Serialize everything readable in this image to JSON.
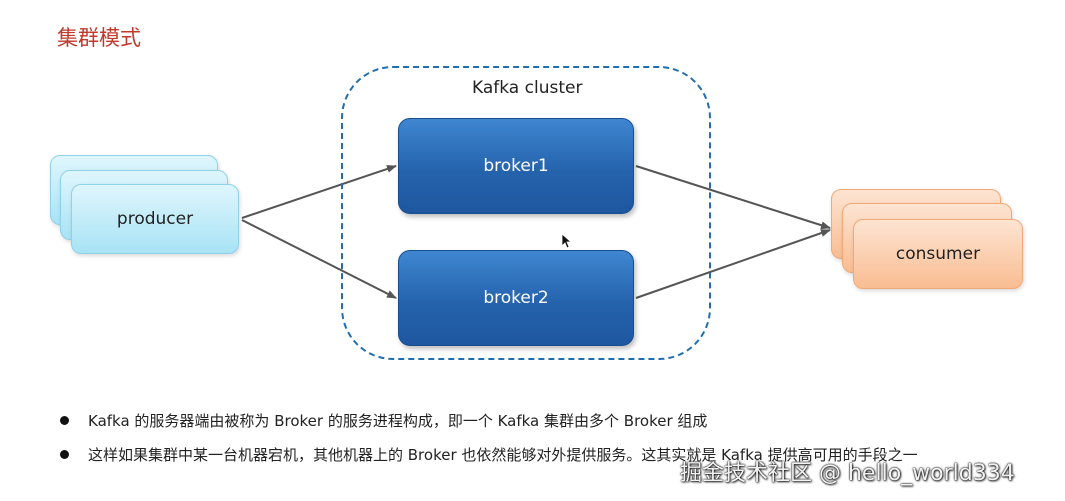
{
  "slide": {
    "title": "集群模式"
  },
  "cluster": {
    "label": "Kafka cluster",
    "brokers": [
      "broker1",
      "broker2"
    ]
  },
  "producer": {
    "label": "producer"
  },
  "consumer": {
    "label": "consumer"
  },
  "bullets": [
    "Kafka 的服务器端由被称为 Broker 的服务进程构成，即一个 Kafka 集群由多个 Broker 组成",
    "这样如果集群中某一台机器宕机，其他机器上的 Broker 也依然能够对外提供服务。这其实就是 Kafka 提供高可用的手段之一"
  ],
  "watermark": "掘金技术社区 @ hello_world334",
  "colors": {
    "title": "#c0392b",
    "cluster_border": "#1f6fb0",
    "broker": "#2563ad",
    "producer": "#a8e3f5",
    "consumer": "#f9bd92",
    "arrow": "#555555"
  }
}
